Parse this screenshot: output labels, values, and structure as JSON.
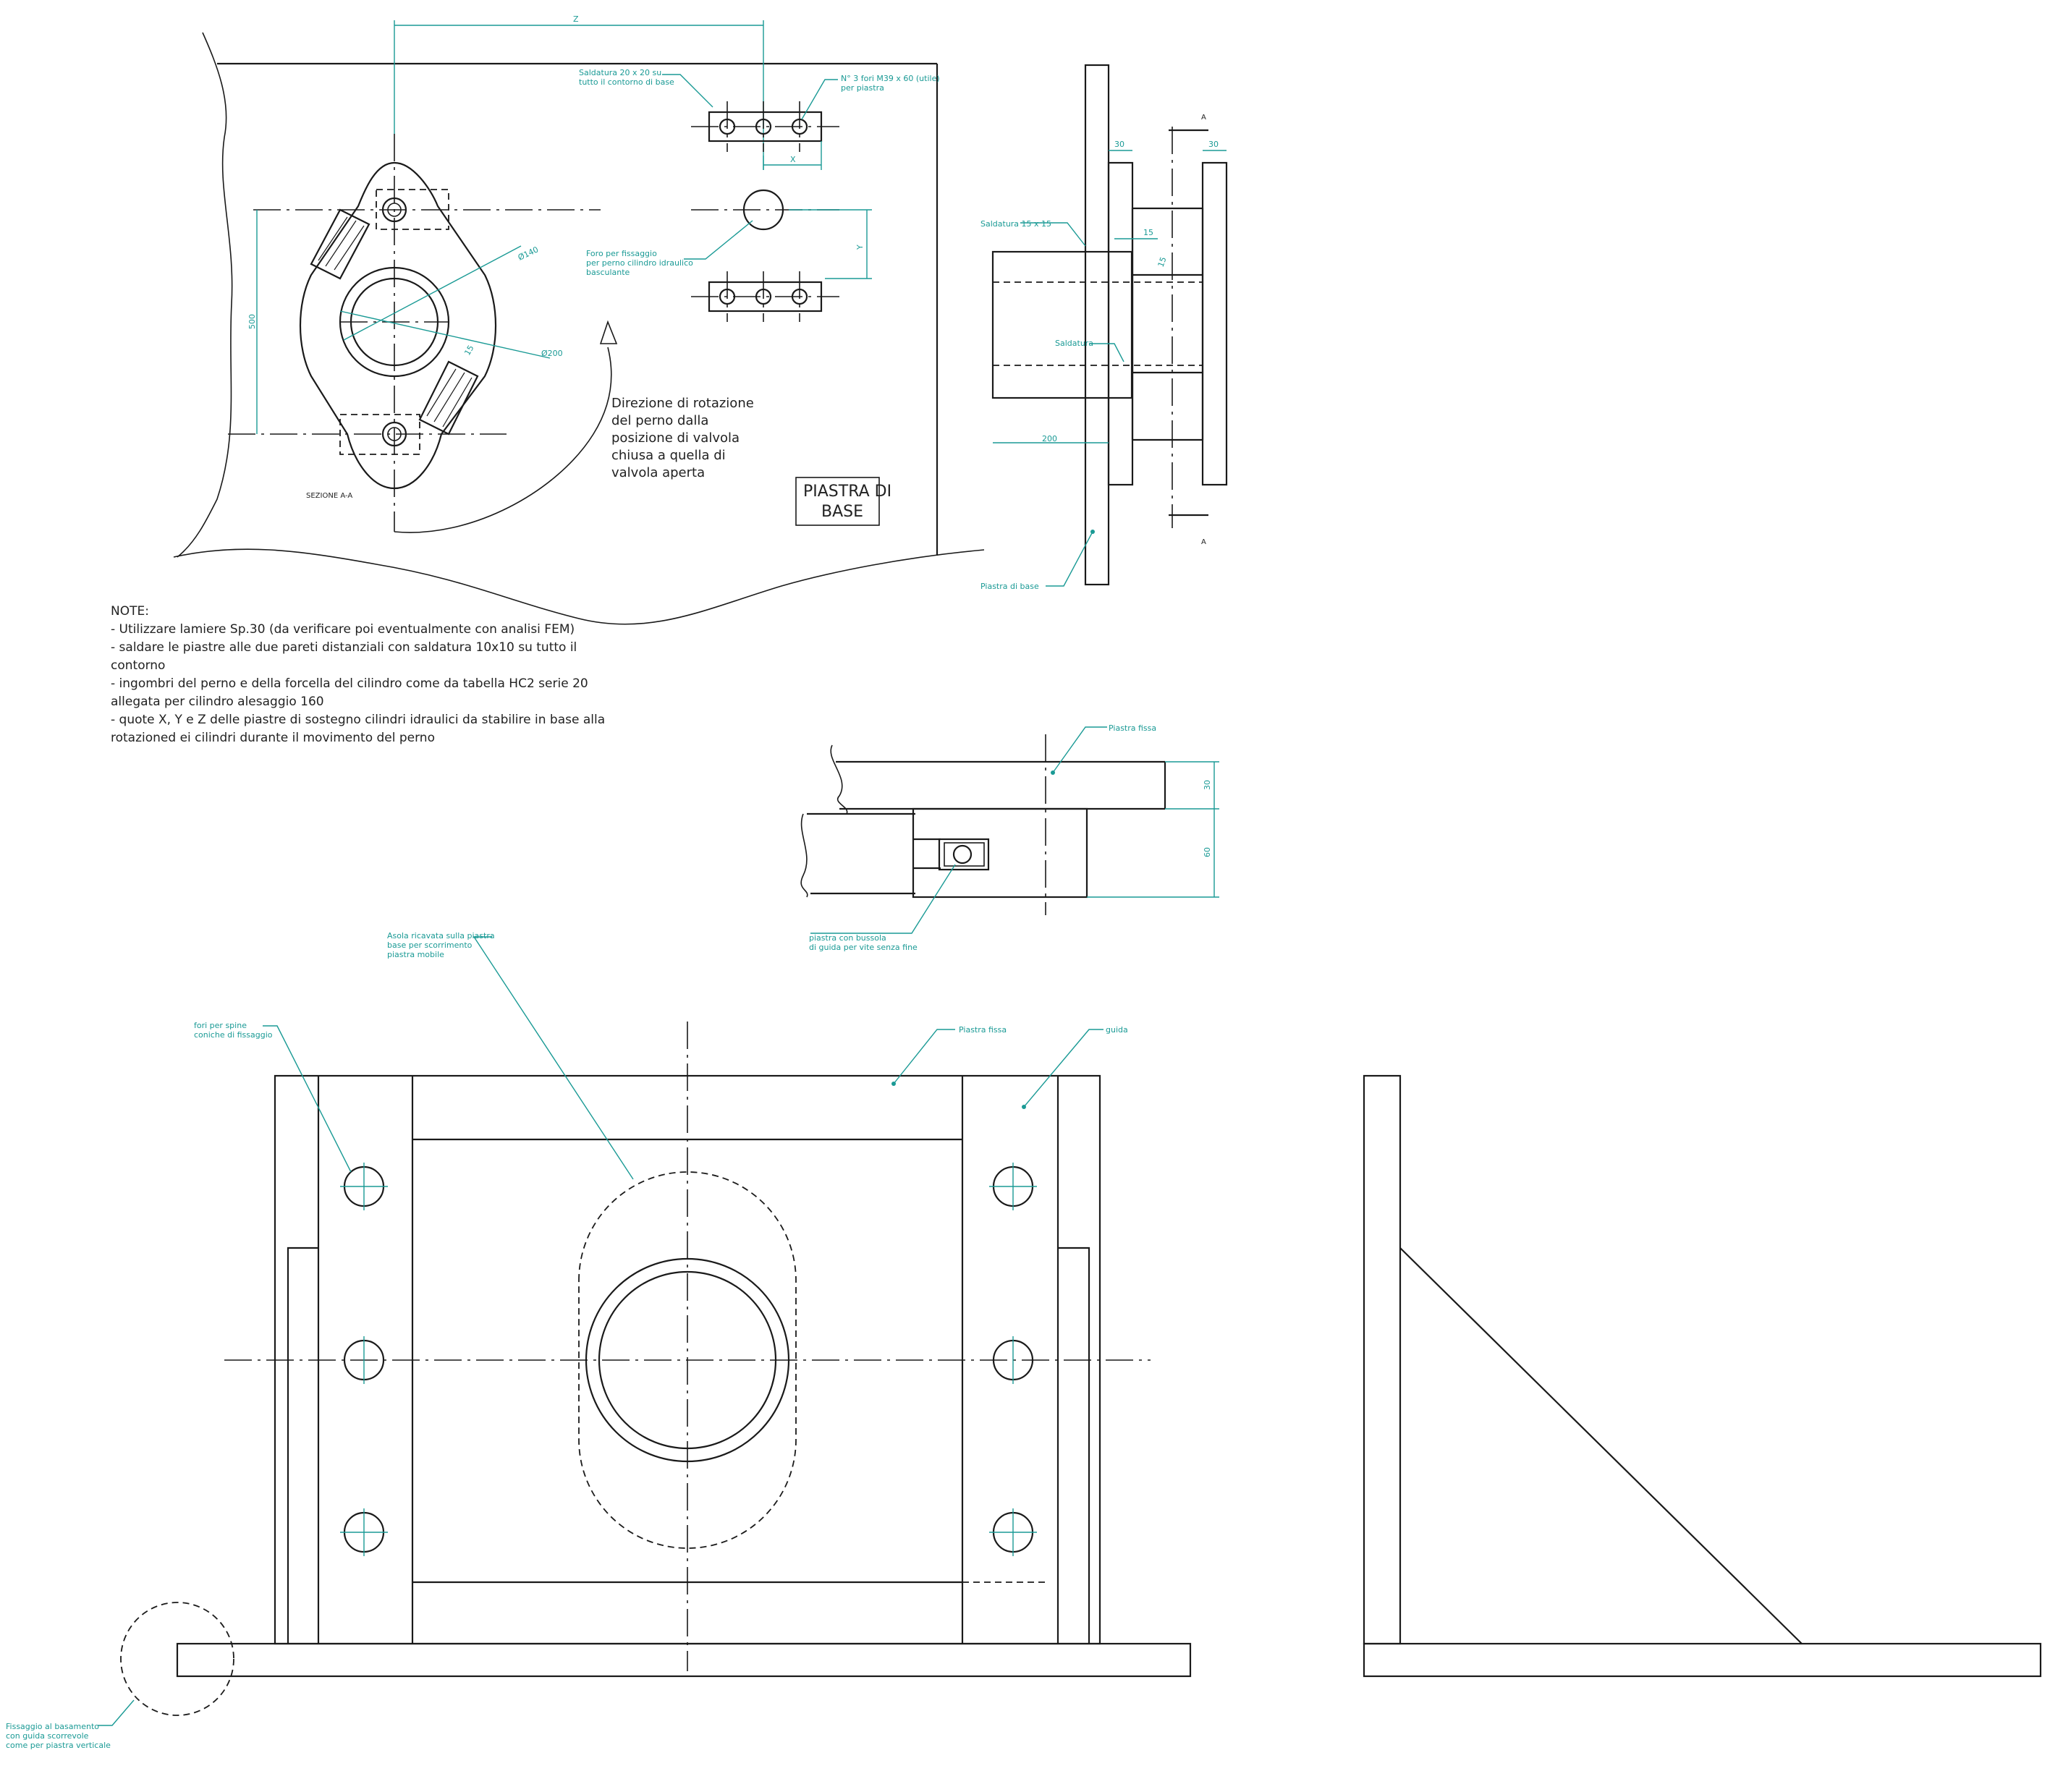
{
  "colors": {
    "line": "#1a1a1a",
    "annotation": "#1a9a95",
    "background": "#ffffff"
  },
  "labels": {
    "dim_z": "Z",
    "dim_x": "X",
    "dim_y": "Y",
    "dim_500": "500",
    "dim_phi140": "Ø140",
    "dim_phi200": "Ø200",
    "dim_15_a": "15",
    "weld_base_l1": "Saldatura 20 x 20 su",
    "weld_base_l2": "tutto il contorno di base",
    "holes_l1": "N° 3 fori M39 x 60 (utile)",
    "holes_l2": "per piastra",
    "pin_hole_l1": "Foro per fissaggio",
    "pin_hole_l2": "per perno cilindro idraulico",
    "pin_hole_l3": "basculante",
    "rotation_l1": "Direzione di rotazione",
    "rotation_l2": "del perno dalla",
    "rotation_l3": "posizione di valvola",
    "rotation_l4": "chiusa a quella di",
    "rotation_l5": "valvola aperta",
    "section_label": "SEZIONE A-A",
    "base_plate_title_1": "PIASTRA DI",
    "base_plate_title_2": "BASE",
    "side_dim_30a": "30",
    "side_dim_30b": "30",
    "side_dim_15a": "15",
    "side_dim_15b": "15",
    "side_dim_200": "200",
    "side_A_top": "A",
    "side_A_bottom": "A",
    "weld_15": "Saldatura 15 x 15",
    "weld": "Saldatura",
    "base_plate_label": "Piastra di base",
    "fixed_plate_mid": "Piastra fissa",
    "dim_30_mid": "30",
    "dim_60_mid": "60",
    "bushing_l1": "piastra con bussola",
    "bushing_l2": "di guida per vite senza fine",
    "slot_l1": "Asola ricavata sulla piastra",
    "slot_l2": "base per scorrimento",
    "slot_l3": "piastra mobile",
    "pin_holes_l1": "fori per spine",
    "pin_holes_l2": "coniche di fissaggio",
    "fixed_plate_front": "Piastra fissa",
    "guide": "guida",
    "anchor_l1": "Fissaggio al basamento",
    "anchor_l2": "con guida scorrevole",
    "anchor_l3": "come per piastra verticale"
  },
  "notes": {
    "title": "NOTE:",
    "line1": "- Utilizzare lamiere Sp.30 (da verificare poi eventualmente con analisi FEM)",
    "line2": "- saldare le piastre alle due pareti distanziali con saldatura 10x10 su tutto il",
    "line3": "contorno",
    "line4": "- ingombri del perno e della forcella del cilindro come da tabella HC2 serie 20",
    "line5": "allegata per cilindro alesaggio 160",
    "line6": "- quote X, Y e Z delle piastre di sostegno cilindri idraulici da stabilire in base alla",
    "line7": "rotazioned ei cilindri durante il movimento del perno"
  }
}
